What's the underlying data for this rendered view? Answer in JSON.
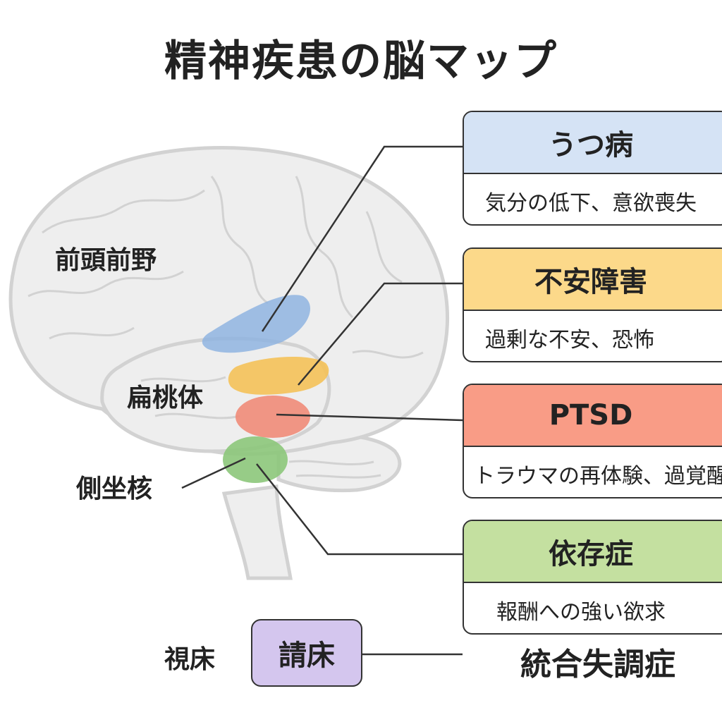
{
  "title": "精神疾患の脳マップ",
  "regions": {
    "prefrontal": "前頭前野",
    "amygdala": "扁桃体",
    "accumbens": "側坐核",
    "thalamus_label": "視床",
    "thalamus_box": "請床"
  },
  "disorders": [
    {
      "name": "うつ病",
      "description": "気分の低下、意欲喪失",
      "color": "#d5e3f5"
    },
    {
      "name": "不安障害",
      "description": "過剰な不安、恐怖",
      "color": "#fcd98a"
    },
    {
      "name": "PTSD",
      "description": "トラウマの再体験、過覚醒",
      "color": "#f99c86"
    },
    {
      "name": "依存症",
      "description": "報酬への強い欲求",
      "color": "#c4e0a0"
    }
  ],
  "schizophrenia": "統合失調症",
  "colors": {
    "blob_blue": "#8fb4e0",
    "blob_yellow": "#f4c158",
    "blob_red": "#f08b78",
    "blob_green": "#8cc77a",
    "thalamus_fill": "#d4c6ee",
    "brain_fill": "#eeeeee",
    "brain_stroke": "#d2d2d2"
  }
}
